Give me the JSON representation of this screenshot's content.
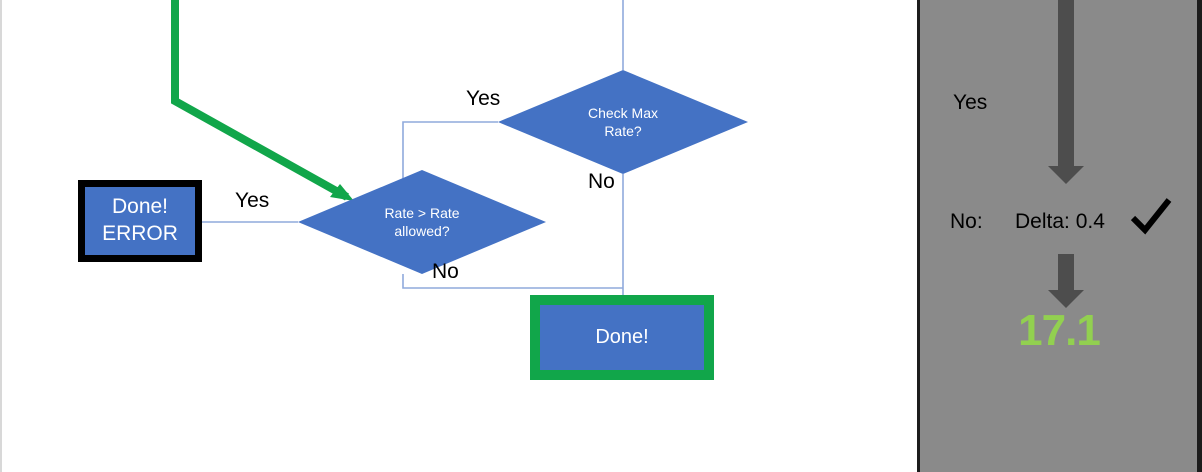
{
  "slide": {
    "background_color": "#FFFFFF",
    "shape_fill": "#4472C4",
    "shape_text_color": "#FFFFFF",
    "highlight_green": "#11A64A",
    "connector_color": "#8FAADC",
    "nodes": [
      {
        "id": "done-error",
        "type": "process",
        "lines": [
          "Done!",
          "ERROR"
        ],
        "border_color": "#000000",
        "line1": "Done!",
        "line2": "ERROR"
      },
      {
        "id": "rate-gt",
        "type": "decision",
        "line1": "Rate > Rate",
        "line2": "allowed?"
      },
      {
        "id": "check-max",
        "type": "decision",
        "line1": "Check Max",
        "line2": "Rate?"
      },
      {
        "id": "done",
        "type": "process",
        "line1": "Done!",
        "border_color": "#11A64A"
      }
    ],
    "edge_labels": {
      "yes_to_error": "Yes",
      "yes_to_rate": "Yes",
      "no_from_check": "No",
      "no_from_rate": "No"
    }
  },
  "panel": {
    "background_color": "#8A8A8A",
    "border_color": "#1C1C1C",
    "arrow_color": "#4D4D4D",
    "yes_label": "Yes",
    "no_label": "No:",
    "delta_label": "Delta: 0.4",
    "check_mark": "check-mark",
    "result_value": "17.1",
    "result_color": "#92D050"
  }
}
